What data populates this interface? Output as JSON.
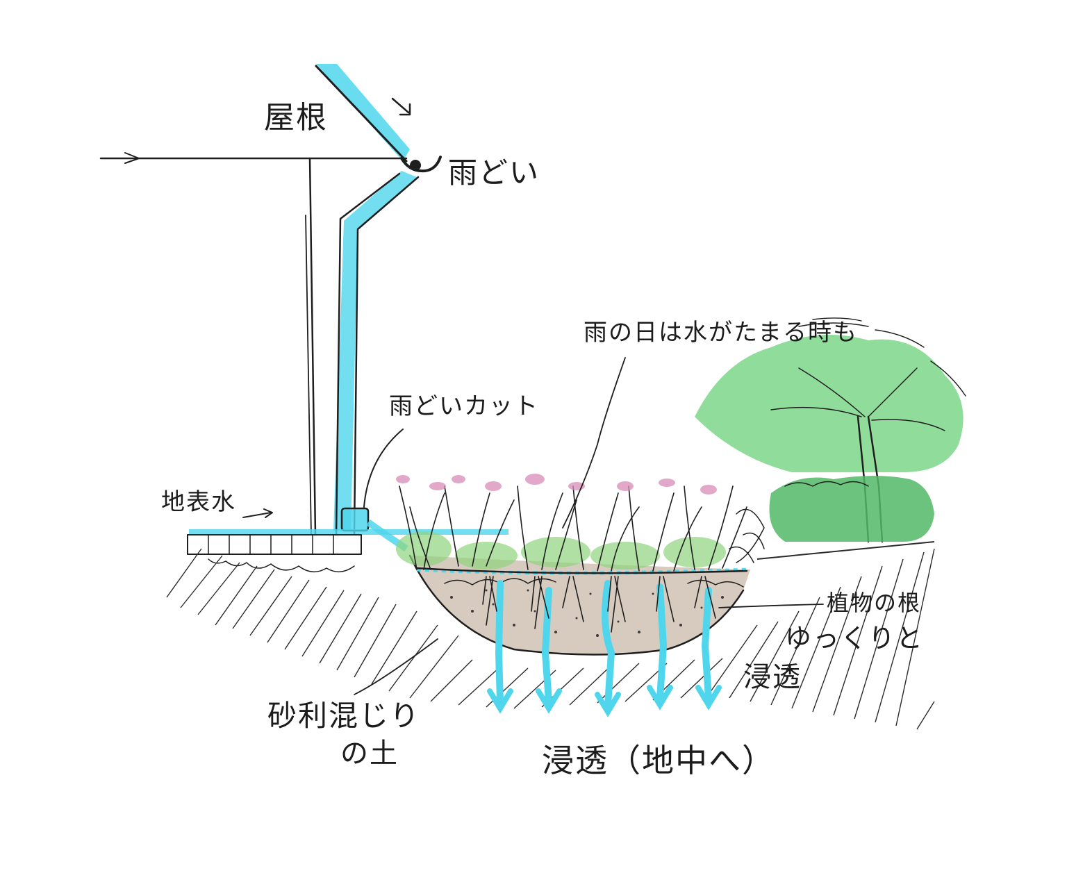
{
  "labels": {
    "roof": "屋根",
    "gutter": "雨どい",
    "gutter_cut": "雨どいカット",
    "surface_water": "地表水",
    "rainy_day": "雨の日は水がたまる時も",
    "plant_roots": "植物の根",
    "slowly_line1": "ゆっくりと",
    "slowly_line2": "浸透",
    "gravel_soil_line1": "砂利混じり",
    "gravel_soil_line2": "の土",
    "infiltration": "浸透（地中へ）"
  },
  "colors": {
    "water": "#4fd6ec",
    "ink": "#1e1e1e",
    "leaf": "#7cd68a",
    "leaf_dark": "#52b866",
    "soil": "#c9b8a8",
    "flower": "#d98bb8"
  }
}
